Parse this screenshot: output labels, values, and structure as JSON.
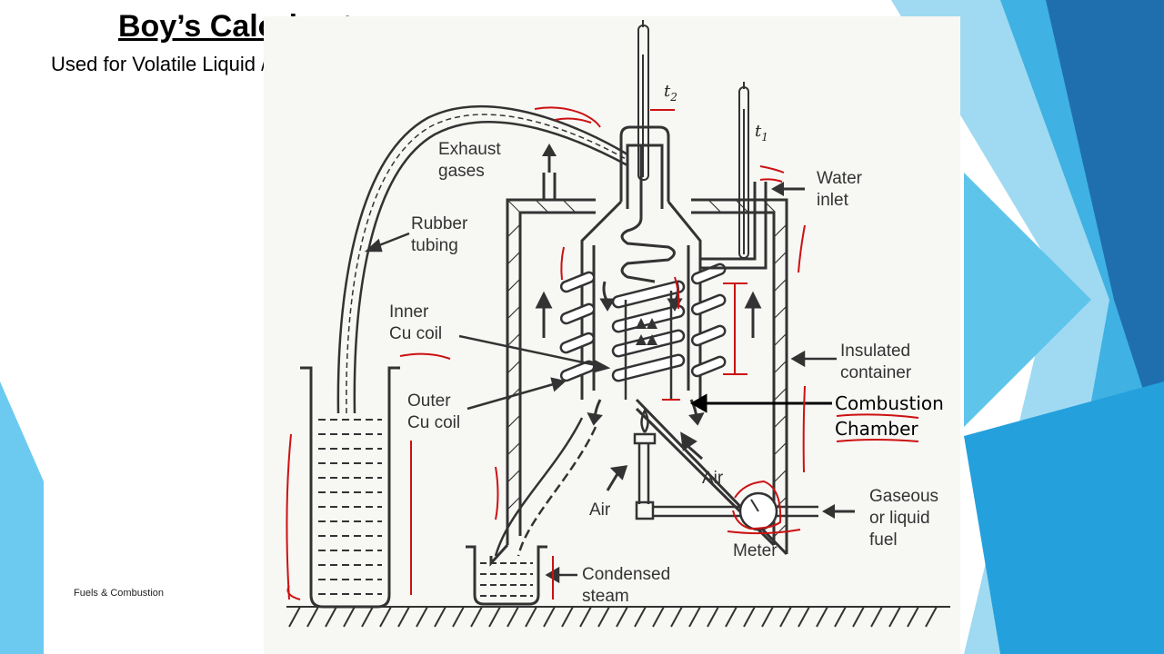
{
  "slide": {
    "title": "Boy’s Calorimeter:",
    "subtitle": "Used for Volatile Liquid / Gaseous Fuels",
    "footer": "Fuels & Combustion"
  },
  "diagram": {
    "labels": {
      "t2": "t",
      "t2_sub": "2",
      "t1": "t",
      "t1_sub": "1",
      "exhaust_1": "Exhaust",
      "exhaust_2": "gases",
      "water_1": "Water",
      "water_2": "inlet",
      "rubber_1": "Rubber",
      "rubber_2": "tubing",
      "inner_1": "Inner",
      "inner_2": "Cu coil",
      "insulated_1": "Insulated",
      "insulated_2": "container",
      "outer_1": "Outer",
      "outer_2": "Cu coil",
      "combustion_1": "Combustion",
      "combustion_2": "Chamber",
      "air_right": "Air",
      "air_left": "Air",
      "gaseous_1": "Gaseous",
      "gaseous_2": "or liquid",
      "gaseous_3": "fuel",
      "meter": "Meter",
      "condensed_1": "Condensed",
      "condensed_2": "steam"
    },
    "colors": {
      "ink": "#333333",
      "annotation_red": "#cc1111",
      "bg_blue_dark": "#1f74b8",
      "bg_blue_mid": "#29a3dd",
      "bg_blue_light": "#8fd3f0"
    }
  }
}
